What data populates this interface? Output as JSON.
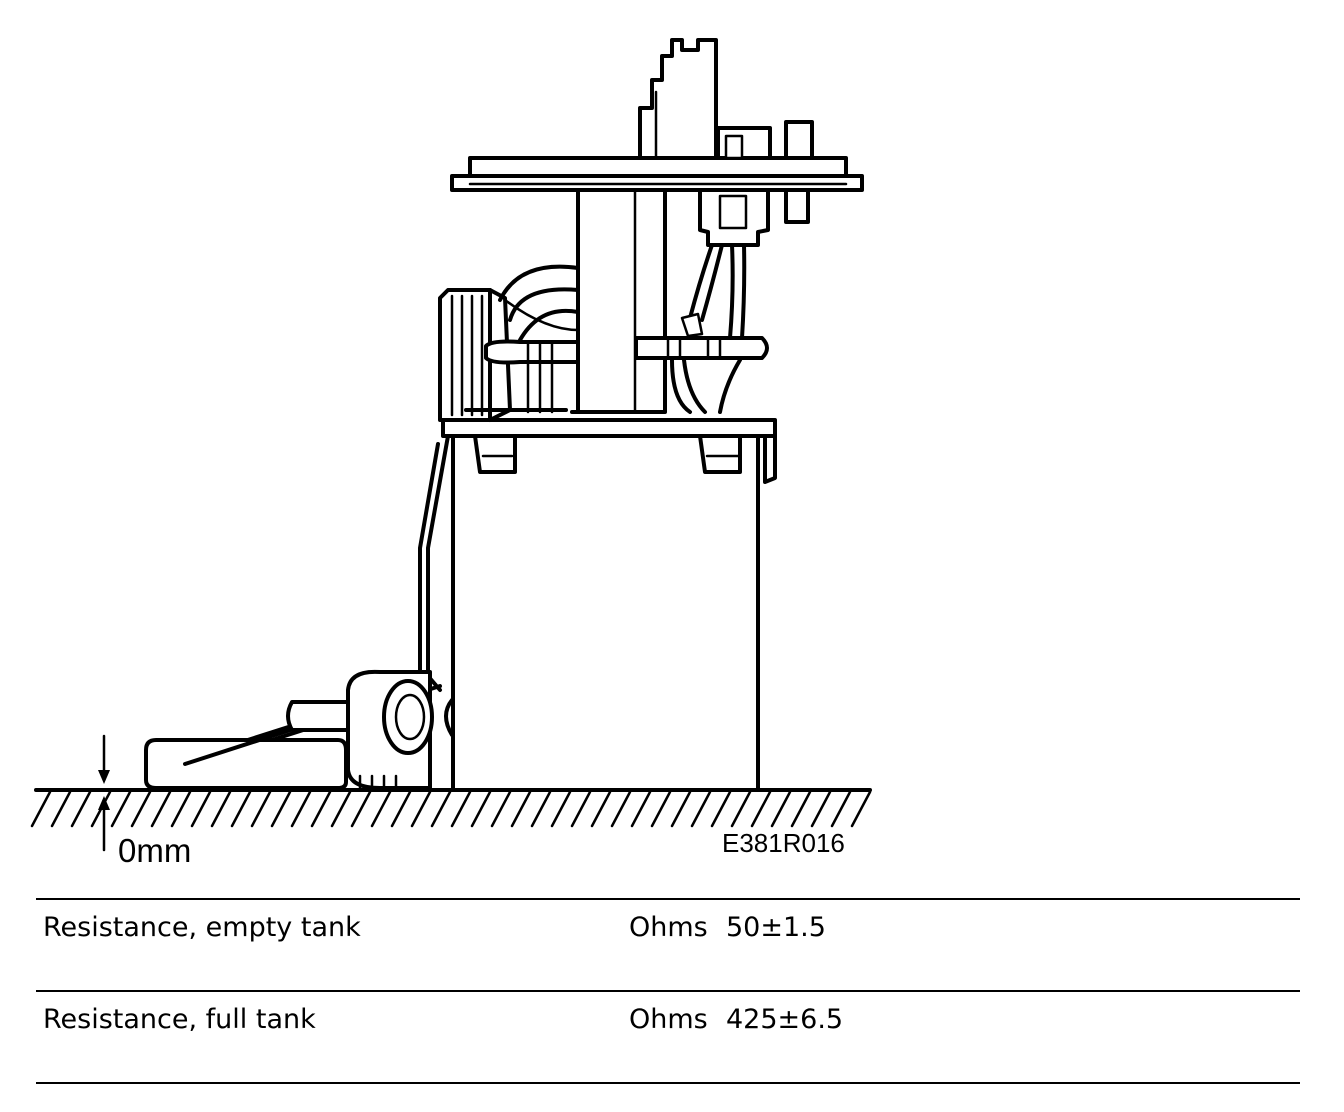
{
  "figure": {
    "zero_label": "0mm",
    "figure_code": "E381R016"
  },
  "specs": {
    "rows": [
      {
        "label": "Resistance, empty tank",
        "unit": "Ohms",
        "value": "50±1.5"
      },
      {
        "label": "Resistance, full tank",
        "unit": "Ohms",
        "value": "425±6.5"
      }
    ]
  }
}
